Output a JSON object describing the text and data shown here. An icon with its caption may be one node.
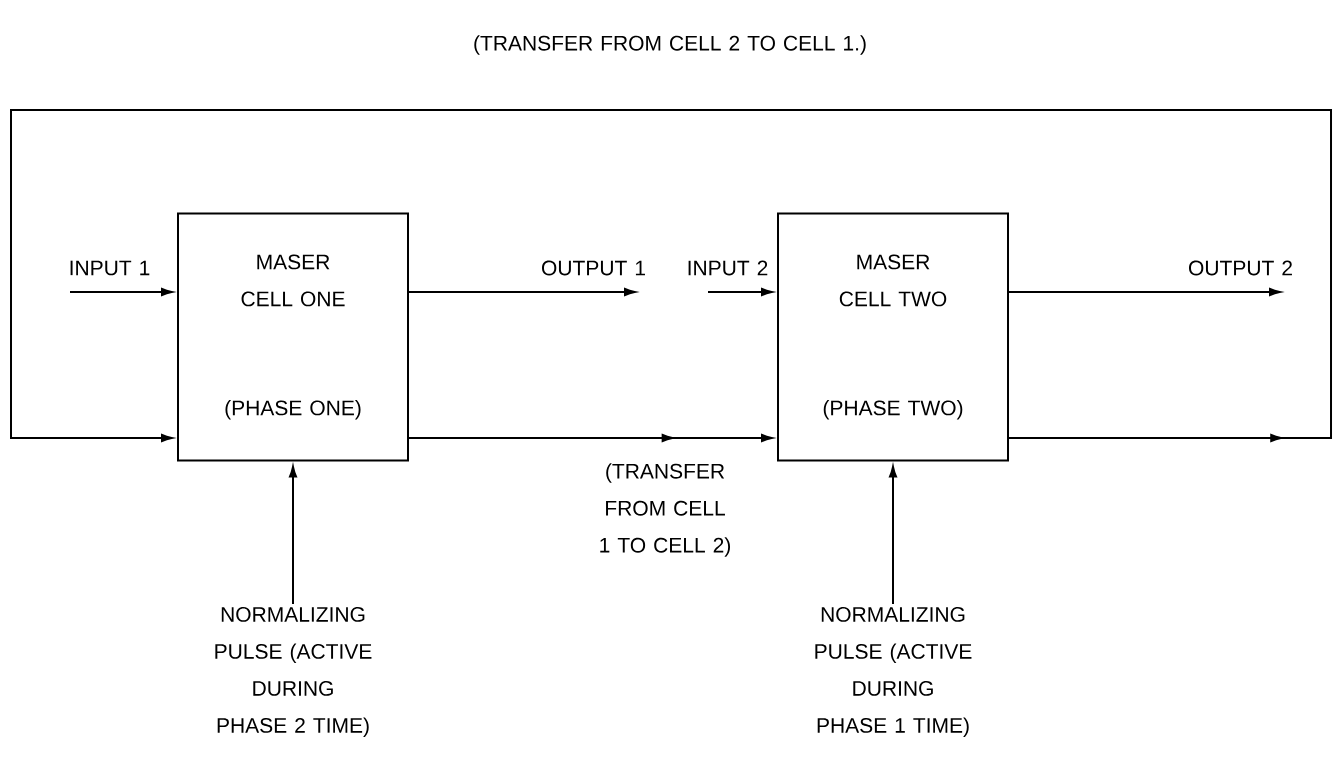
{
  "diagram": {
    "nodes": [
      {
        "text": [
          "MASER CELL ONE",
          "(PHASE ONE)"
        ]
      },
      {
        "text": [
          "MASER CELL TWO",
          "(PHASE TWO)"
        ]
      },
      {
        "text": [
          "NORMALIZING PULSE (ACTIVE DURING PHASE 2 TIME)"
        ]
      },
      {
        "text": [
          "NORMALIZING PULSE (ACTIVE DURING PHASE 1 TIME)"
        ]
      }
    ],
    "edges": [
      {
        "from": null,
        "to": 0,
        "arrow": "to",
        "label": "INPUT 1"
      },
      {
        "from": 0,
        "to": null,
        "arrow": "to",
        "label": "OUTPUT 1"
      },
      {
        "from": null,
        "to": 1,
        "arrow": "to",
        "label": "INPUT 2"
      },
      {
        "from": 1,
        "to": null,
        "arrow": "to",
        "label": "OUTPUT 2"
      },
      {
        "from": 0,
        "to": 1,
        "arrow": "to",
        "label": "(TRANSFER FROM CELL 1 TO CELL 2)"
      },
      {
        "from": 1,
        "to": 0,
        "arrow": "to",
        "label": "(TRANSFER FROM CELL 2 TO CELL 1.)"
      },
      {
        "from": 2,
        "to": 0,
        "arrow": "to"
      },
      {
        "from": 3,
        "to": 1,
        "arrow": "to"
      }
    ]
  }
}
